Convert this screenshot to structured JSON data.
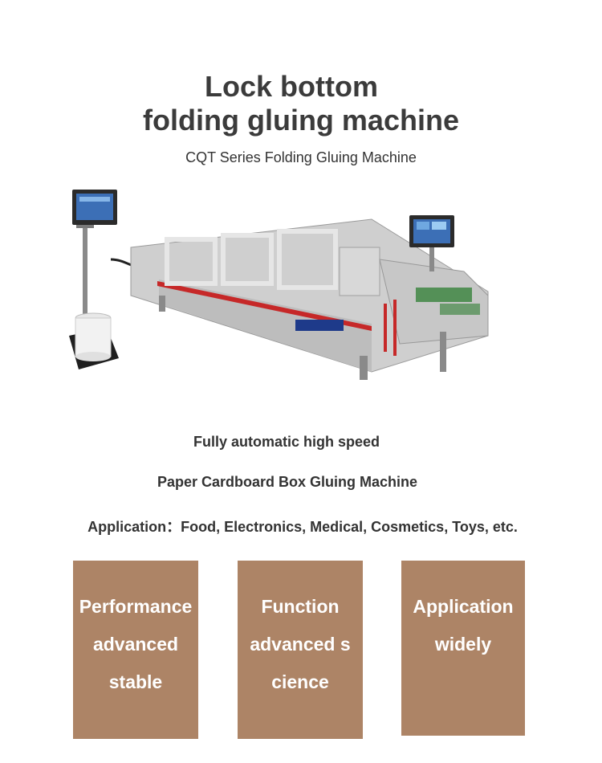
{
  "header": {
    "title_line1": "Lock bottom",
    "title_line2": "folding gluing machine",
    "subtitle": "CQT  Series Folding Gluing Machine"
  },
  "product_image": {
    "name": "folding-gluing-machine-photo",
    "colors": {
      "frame": "#c8c8c8",
      "accent": "#c62828",
      "guard": "#2e7d32",
      "screen": "#1565c0"
    }
  },
  "description": {
    "line1": "Fully automatic high speed",
    "line2": "Paper Cardboard Box Gluing Machine",
    "line3": "Application：Food, Electronics, Medical, Cosmetics, Toys, etc."
  },
  "features": [
    {
      "lines": [
        "Performance",
        "advanced",
        "stable"
      ]
    },
    {
      "lines": [
        "Function",
        "advanced s",
        "cience"
      ]
    },
    {
      "lines": [
        "Application",
        "widely"
      ]
    }
  ],
  "colors": {
    "card_bg": "#ad8466",
    "title": "#3b3b3b",
    "text": "#333333"
  }
}
